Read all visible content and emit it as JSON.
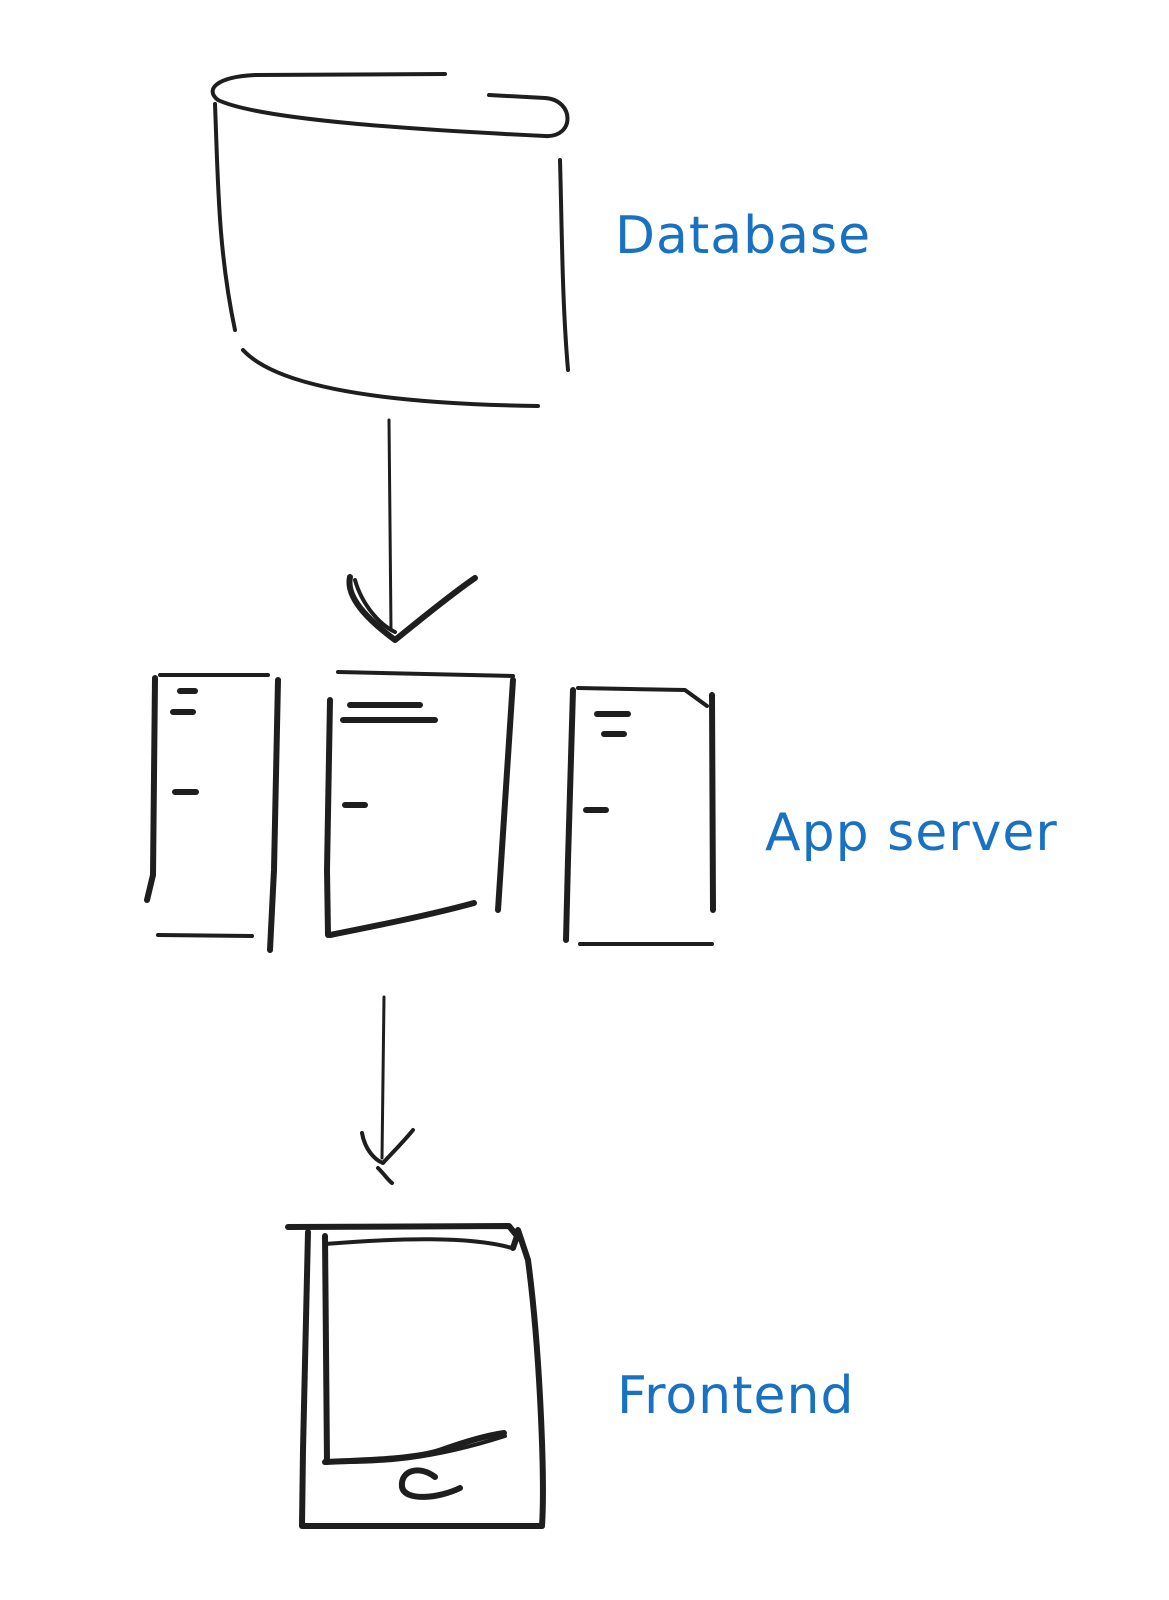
{
  "colors": {
    "stroke": "#1e1e1e",
    "label": "#1971c2",
    "background": "#ffffff"
  },
  "nodes": [
    {
      "id": "database",
      "label": "Database",
      "icon": "database-cylinder-icon"
    },
    {
      "id": "app_server",
      "label": "App server",
      "icon": "server-rack-icon"
    },
    {
      "id": "frontend",
      "label": "Frontend",
      "icon": "tablet-device-icon"
    }
  ],
  "edges": [
    {
      "from": "database",
      "to": "app_server"
    },
    {
      "from": "app_server",
      "to": "frontend"
    }
  ]
}
